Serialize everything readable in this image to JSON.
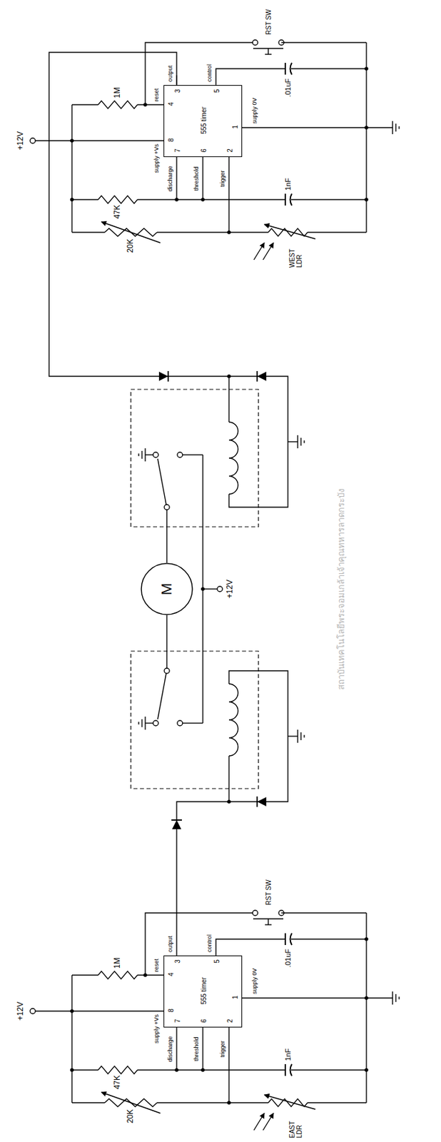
{
  "diagram": {
    "nodes": [
      {
        "text": [
          "555 timer",
          "4",
          "8",
          "7",
          "6",
          "2",
          "3",
          "5",
          "1"
        ]
      },
      {
        "text": [
          "M"
        ]
      },
      {
        "text": [
          "555 timer",
          "4",
          "8",
          "7",
          "6",
          "2",
          "3",
          "5",
          "1"
        ]
      }
    ],
    "labels": [
      "+12V",
      "1M",
      "supply +Vs",
      "reset",
      "47K",
      "20K",
      "discharge",
      "threshold",
      "trigger",
      "output",
      "control",
      "supply 0V",
      "1nF",
      ".01uF",
      "RST SW",
      "EAST LDR",
      "+12V",
      "+12V",
      "1M",
      "supply +Vs",
      "reset",
      "47K",
      "20K",
      "discharge",
      "threshold",
      "trigger",
      "output",
      "control",
      "supply 0V",
      "1nF",
      ".01uF",
      "RST SW",
      "WEST LDR",
      "สถาบันเทคโนโลยีพระจอมเกล้าเจ้าคุณทหารลาดกระบัง"
    ]
  }
}
